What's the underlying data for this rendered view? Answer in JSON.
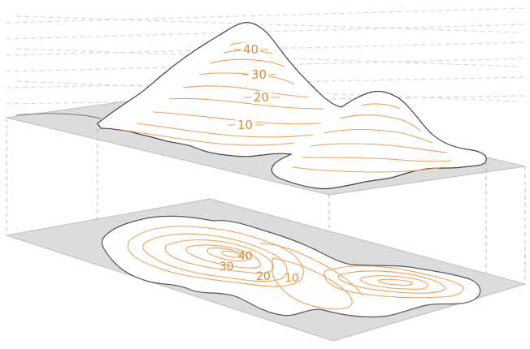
{
  "colors": {
    "contour": "#e8a15a",
    "label": "#d98a3c",
    "plane": "#dcdcdc",
    "plane_edge": "#b0b0b0",
    "outline": "#444444",
    "guide": "#c8c8c8",
    "background": "#ffffff"
  },
  "terrain_labels": [
    "40",
    "30",
    "20",
    "10"
  ],
  "map_labels": [
    "40",
    "30",
    "20",
    "10"
  ]
}
